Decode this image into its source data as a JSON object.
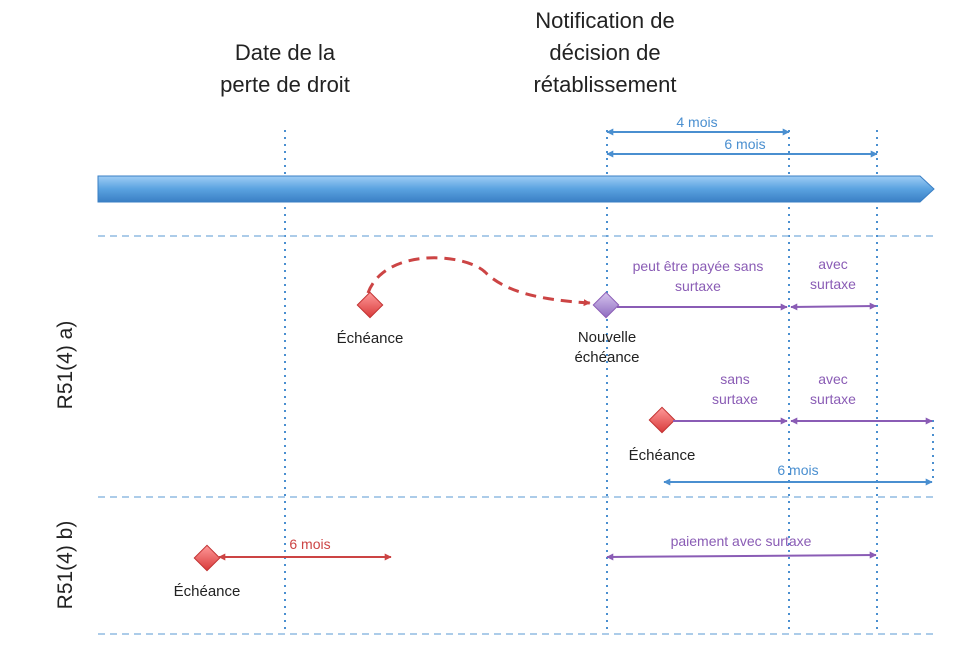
{
  "headers": {
    "loss_date": [
      "Date de la",
      "perte de droit"
    ],
    "notification": [
      "Notification de",
      "décision de",
      "rétablissement"
    ]
  },
  "sections": {
    "a": "R51(4) a)",
    "b": "R51(4) b)"
  },
  "spans": {
    "top_4_mois": "4 mois",
    "top_6_mois": "6 mois",
    "case2_6_mois": "6 mois",
    "b_6_mois": "6 mois"
  },
  "case1": {
    "echeance": "Échéance",
    "nouvelle_echeance": [
      "Nouvelle",
      "échéance"
    ],
    "sans_surtaxe": [
      "peut être payée sans",
      "surtaxe"
    ],
    "avec_surtaxe": [
      "avec",
      "surtaxe"
    ]
  },
  "case2": {
    "echeance": "Échéance",
    "sans_surtaxe": [
      "sans",
      "surtaxe"
    ],
    "avec_surtaxe": [
      "avec",
      "surtaxe"
    ]
  },
  "case_b": {
    "echeance": "Échéance",
    "paiement": "paiement avec surtaxe"
  },
  "colors": {
    "blue": "#4a8fd0",
    "purple": "#8a5cb5",
    "red": "#cc4444",
    "diamond_red": "#e85a5a",
    "diamond_purple": "#a88bd0",
    "timeline": "#5aa2e0"
  }
}
